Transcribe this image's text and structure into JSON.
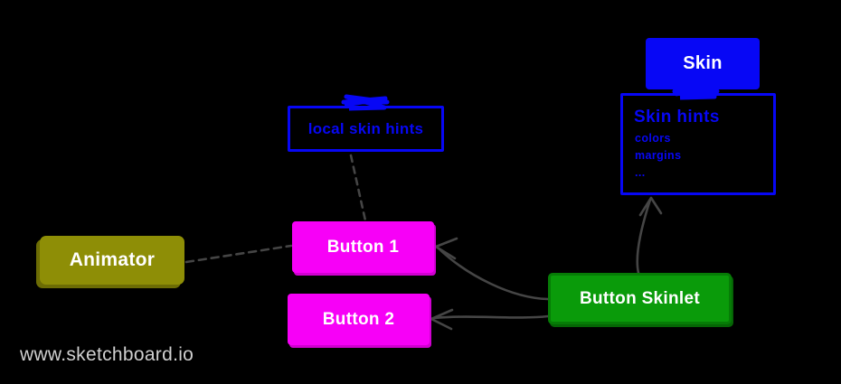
{
  "watermark": {
    "text": "www.sketchboard.io",
    "color": "#cfcfcf"
  },
  "colors": {
    "background": "#000000",
    "blue": "#0707f5",
    "magenta": "#f700f7",
    "green": "#0a9b0a",
    "olive": "#8e8e06",
    "edge": "#454545",
    "node_label": "#ffffff"
  },
  "nodes": {
    "skin": {
      "label": "Skin"
    },
    "skin_hints": {
      "title": "Skin hints",
      "items": [
        "colors",
        "margins",
        "..."
      ]
    },
    "local_skin_hints": {
      "label": "local skin hints"
    },
    "animator": {
      "label": "Animator"
    },
    "button_1": {
      "label": "Button 1"
    },
    "button_2": {
      "label": "Button 2"
    },
    "button_skinlet": {
      "label": "Button Skinlet"
    }
  },
  "edges": {
    "local_skin_hints_to_button_1": {
      "style": "dashed"
    },
    "animator_to_button_1": {
      "style": "dashed"
    },
    "button_skinlet_to_button_1": {
      "style": "solid-arrow"
    },
    "button_skinlet_to_button_2": {
      "style": "solid-arrow"
    },
    "button_skinlet_to_skin_hints": {
      "style": "solid-arrow"
    }
  }
}
